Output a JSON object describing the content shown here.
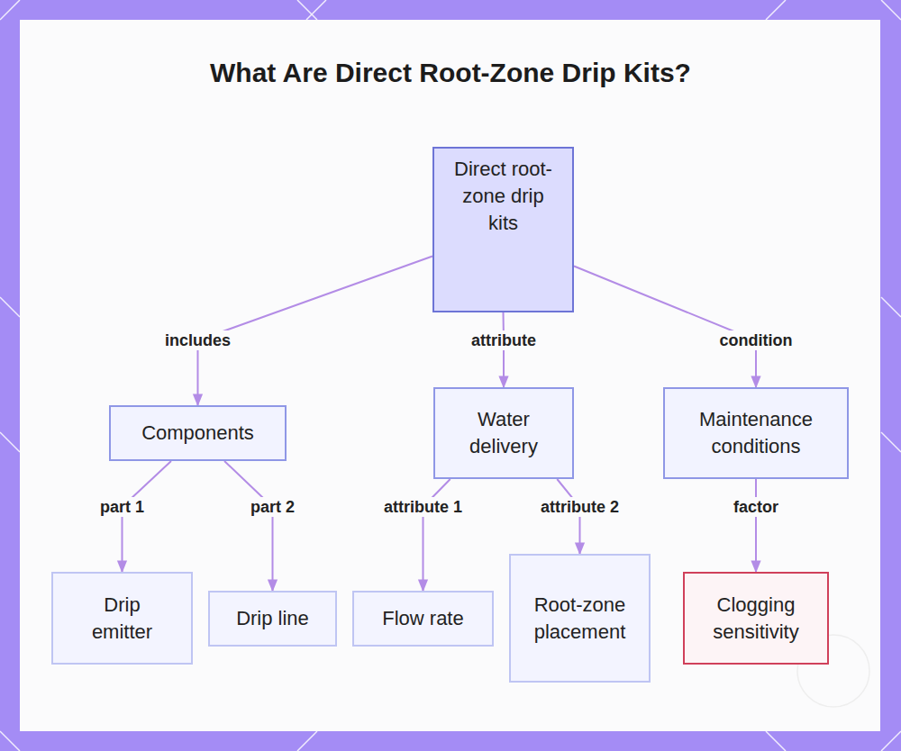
{
  "diagram": {
    "title": "What Are Direct Root-Zone Drip Kits?",
    "nodes": [
      {
        "text": [
          "Direct root-zone drip kits"
        ]
      },
      {
        "text": [
          "Components"
        ]
      },
      {
        "text": [
          "Water delivery"
        ]
      },
      {
        "text": [
          "Maintenance conditions"
        ]
      },
      {
        "text": [
          "Drip emitter"
        ]
      },
      {
        "text": [
          "Drip line"
        ]
      },
      {
        "text": [
          "Flow rate"
        ]
      },
      {
        "text": [
          "Root-zone placement"
        ]
      },
      {
        "text": [
          "Clogging sensitivity"
        ]
      }
    ],
    "edges": [
      {
        "from": 0,
        "to": 1,
        "label": "includes",
        "arrow": "to"
      },
      {
        "from": 0,
        "to": 2,
        "label": "attribute",
        "arrow": "to"
      },
      {
        "from": 0,
        "to": 3,
        "label": "condition",
        "arrow": "to"
      },
      {
        "from": 1,
        "to": 4,
        "label": "part 1",
        "arrow": "to"
      },
      {
        "from": 1,
        "to": 5,
        "label": "part 2",
        "arrow": "to"
      },
      {
        "from": 2,
        "to": 6,
        "label": "attribute 1",
        "arrow": "to"
      },
      {
        "from": 2,
        "to": 7,
        "label": "attribute 2",
        "arrow": "to"
      },
      {
        "from": 3,
        "to": 8,
        "label": "factor",
        "arrow": "to"
      }
    ]
  }
}
